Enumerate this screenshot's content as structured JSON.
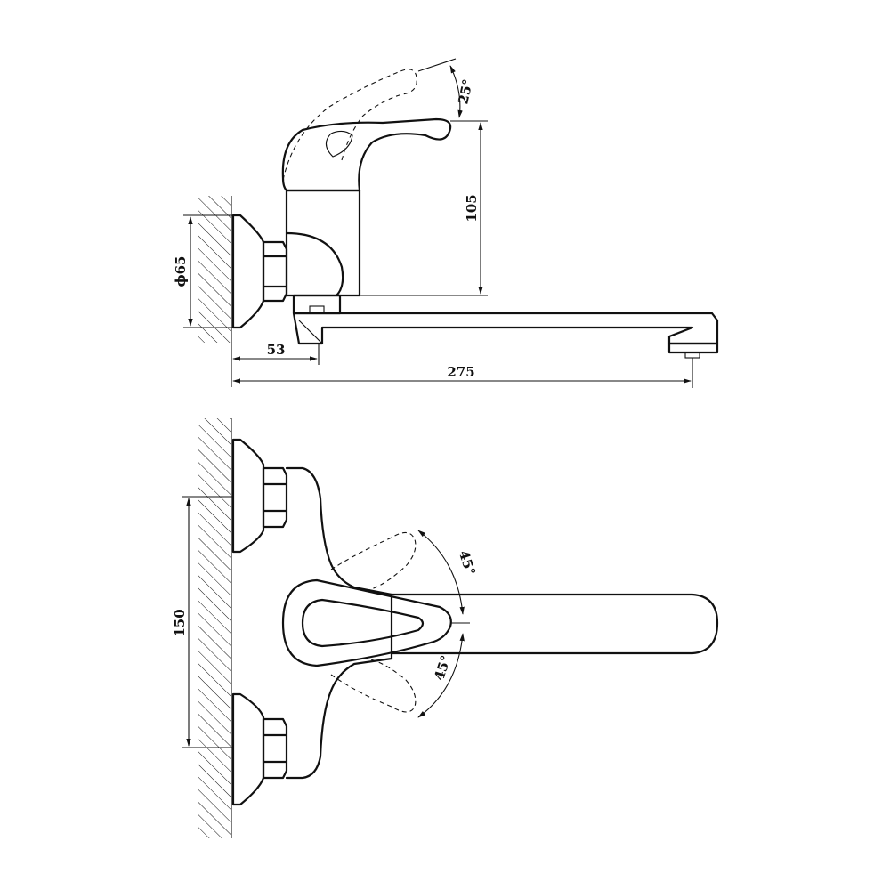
{
  "side_view": {
    "dim_height": "105",
    "dim_diameter": "ϕ65",
    "dim_offset": "53",
    "dim_length": "275",
    "angle_lever": "25°"
  },
  "top_view": {
    "dim_spacing": "150",
    "angle_up": "45°",
    "angle_down": "45°"
  }
}
